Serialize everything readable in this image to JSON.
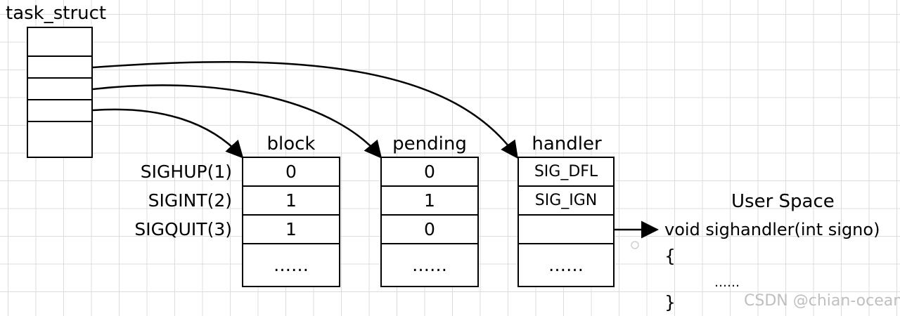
{
  "task_struct": {
    "title": "task_struct"
  },
  "tables": {
    "block": {
      "title": "block",
      "values": [
        "0",
        "1",
        "1",
        "……"
      ]
    },
    "pending": {
      "title": "pending",
      "values": [
        "0",
        "1",
        "0",
        "……"
      ]
    },
    "handler": {
      "title": "handler",
      "values": [
        "SIG_DFL",
        "SIG_IGN",
        "",
        "……"
      ]
    }
  },
  "signals": [
    "SIGHUP(1)",
    "SIGINT(2)",
    "SIGQUIT(3)"
  ],
  "user_space": {
    "title": "User Space",
    "function_line": "void sighandler(int signo)",
    "open_brace": "{",
    "body": "……",
    "close_brace": "}"
  },
  "watermark": "CSDN @chian-ocean"
}
